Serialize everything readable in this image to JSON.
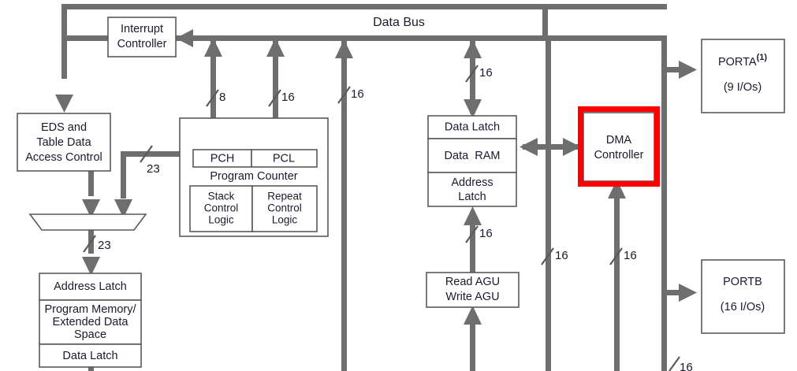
{
  "diagram": {
    "title": "Data Bus",
    "colors": {
      "bus": "#6e6e6e",
      "box_stroke": "#595959",
      "highlight": "#ff0000",
      "text": "#1a1a2e",
      "background": "#ffffff"
    },
    "bus_label": "Data Bus"
  },
  "blocks": {
    "interrupt_controller": {
      "line1": "Interrupt",
      "line2": "Controller"
    },
    "eds": {
      "line1": "EDS and",
      "line2": "Table Data",
      "line3": "Access Control"
    },
    "program_counter": {
      "pch": "PCH",
      "pcl": "PCL",
      "caption": "Program Counter",
      "stack": {
        "line1": "Stack",
        "line2": "Control",
        "line3": "Logic"
      },
      "repeat": {
        "line1": "Repeat",
        "line2": "Control",
        "line3": "Logic"
      }
    },
    "memory_stack": {
      "address_latch": "Address Latch",
      "memory_line1": "Program Memory/",
      "memory_line2": "Extended Data",
      "memory_line3": "Space",
      "data_latch": "Data Latch"
    },
    "ram_stack": {
      "data_latch": "Data Latch",
      "data_ram": "Data  RAM",
      "address_latch_line1": "Address",
      "address_latch_line2": "Latch"
    },
    "agu": {
      "line1": "Read AGU",
      "line2": "Write AGU"
    },
    "dma": {
      "line1": "DMA",
      "line2": "Controller",
      "highlighted": true
    },
    "porta": {
      "name": "PORTA",
      "note": "(1)",
      "ios": "(9 I/Os)"
    },
    "portb": {
      "name": "PORTB",
      "note": "",
      "ios": "(16 I/Os)"
    }
  },
  "bus_widths": {
    "pch_bus": "8",
    "pcl_bus": "16",
    "pc_fetch_bus": "16",
    "ram_bus": "16",
    "eds_addr_bus": "23",
    "mux_out_bus": "23",
    "agu_bus": "16",
    "dma_bus_a": "16",
    "dma_bus_b": "16",
    "port_bus": "16"
  }
}
